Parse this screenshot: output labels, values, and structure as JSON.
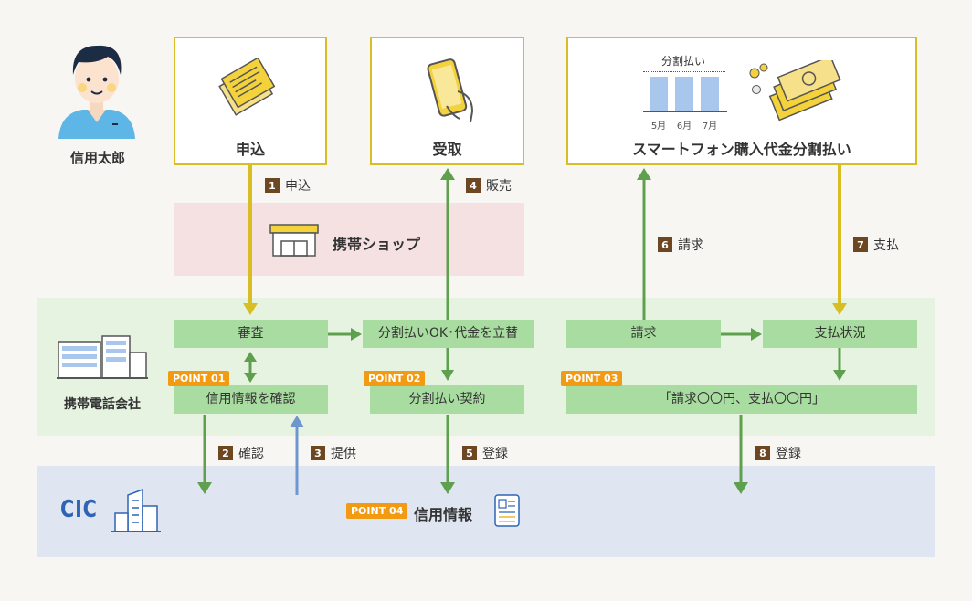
{
  "person": {
    "name": "信用太郎"
  },
  "boxes": {
    "apply": "申込",
    "receive": "受取",
    "installment": "スマートフォン購入代金分割払い"
  },
  "installment_chart": {
    "title": "分割払い",
    "months": [
      "5月",
      "6月",
      "7月"
    ]
  },
  "shop": {
    "label": "携帯ショップ"
  },
  "carrier": {
    "label": "携帯電話会社",
    "review": "審査",
    "confirm_credit": "信用情報を確認",
    "ok_advance": "分割払いOK･代金を立替",
    "contract": "分割払い契約",
    "billing": "請求",
    "payment_status": "支払状況",
    "record": "「請求〇〇円、支払〇〇円」"
  },
  "cic": {
    "logo": "CIC",
    "credit_info": "信用情報"
  },
  "points": [
    "POINT 01",
    "POINT 02",
    "POINT 03",
    "POINT 04"
  ],
  "steps": [
    {
      "num": "1",
      "label": "申込"
    },
    {
      "num": "2",
      "label": "確認"
    },
    {
      "num": "3",
      "label": "提供"
    },
    {
      "num": "4",
      "label": "販売"
    },
    {
      "num": "5",
      "label": "登録"
    },
    {
      "num": "6",
      "label": "請求"
    },
    {
      "num": "7",
      "label": "支払"
    },
    {
      "num": "8",
      "label": "登録"
    }
  ],
  "colors": {
    "gold": "#d9bd25",
    "green_arrow": "#5fa04e",
    "green_box": "#a9dca0",
    "green_band": "#e5f3e0",
    "pink_band": "#f5e1e2",
    "blue_band": "#dfe6f2",
    "blue_arrow": "#6f97cf",
    "brown_num": "#6d4722",
    "point_orange": "#f39a13"
  }
}
